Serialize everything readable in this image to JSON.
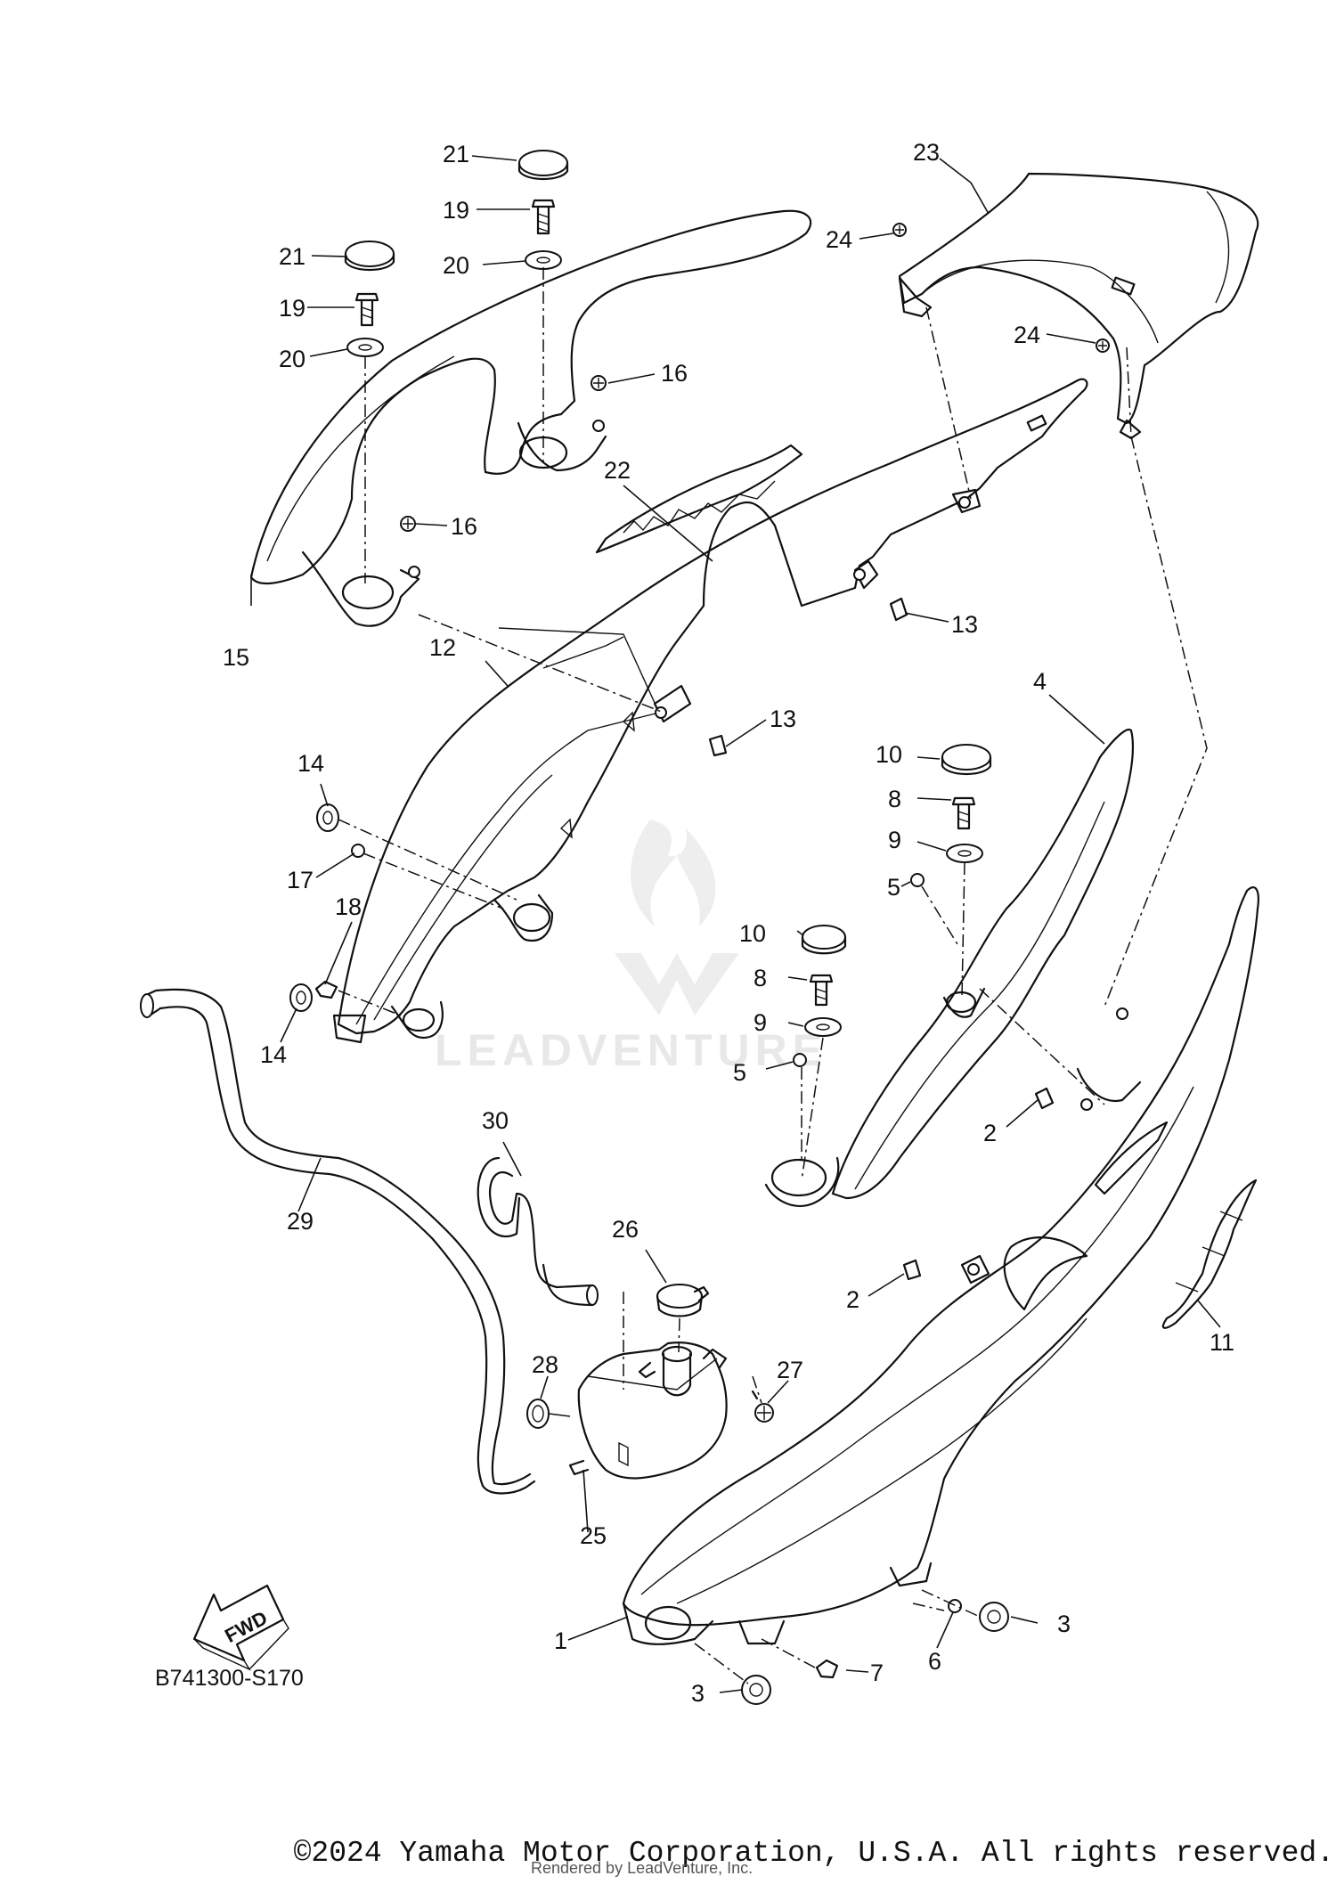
{
  "callouts": [
    "1",
    "2",
    "2",
    "3",
    "3",
    "4",
    "5",
    "5",
    "6",
    "7",
    "8",
    "8",
    "9",
    "9",
    "10",
    "10",
    "11",
    "12",
    "13",
    "13",
    "14",
    "14",
    "15",
    "16",
    "16",
    "17",
    "18",
    "19",
    "19",
    "20",
    "20",
    "21",
    "21",
    "22",
    "23",
    "24",
    "24",
    "25",
    "26",
    "27",
    "28",
    "29",
    "30"
  ],
  "diagram_code": "B741300-S170",
  "fwd_label": "FWD",
  "watermark": "LEADVENTURE",
  "copyright": "©2024 Yamaha Motor Corporation, U.S.A. All rights reserved.",
  "rendered_by": "Rendered by LeadVenture, Inc."
}
